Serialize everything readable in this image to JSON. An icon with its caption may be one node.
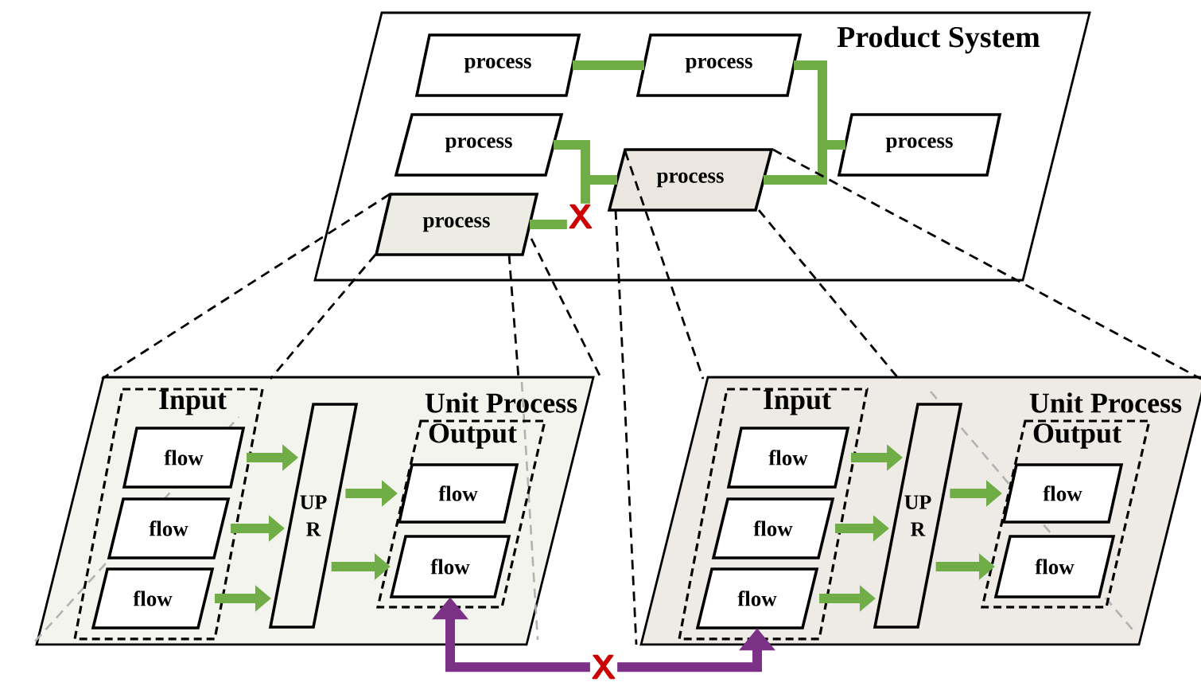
{
  "diagram": {
    "nodes": [
      {
        "text": [
          "Product System"
        ]
      },
      {
        "text": [
          "process"
        ],
        "in": 0
      },
      {
        "text": [
          "process"
        ],
        "in": 0
      },
      {
        "text": [
          "process"
        ],
        "in": 0
      },
      {
        "text": [
          "process"
        ],
        "in": 0
      },
      {
        "text": [
          "process"
        ],
        "in": 0
      },
      {
        "text": [
          "process"
        ],
        "in": 0
      },
      {
        "text": [
          "Unit Process"
        ]
      },
      {
        "text": [
          "Input"
        ],
        "in": 7
      },
      {
        "text": [
          "flow"
        ],
        "in": 8
      },
      {
        "text": [
          "flow"
        ],
        "in": 8
      },
      {
        "text": [
          "flow"
        ],
        "in": 8
      },
      {
        "text": [
          "UP R"
        ],
        "in": 7
      },
      {
        "text": [
          "Output"
        ],
        "in": 7
      },
      {
        "text": [
          "flow"
        ],
        "in": 13
      },
      {
        "text": [
          "flow"
        ],
        "in": 13
      },
      {
        "text": [
          "Unit Process"
        ]
      },
      {
        "text": [
          "Input"
        ],
        "in": 16
      },
      {
        "text": [
          "flow"
        ],
        "in": 17
      },
      {
        "text": [
          "flow"
        ],
        "in": 17
      },
      {
        "text": [
          "flow"
        ],
        "in": 17
      },
      {
        "text": [
          "UP R"
        ],
        "in": 16
      },
      {
        "text": [
          "Output"
        ],
        "in": 16
      },
      {
        "text": [
          "flow"
        ],
        "in": 22
      },
      {
        "text": [
          "flow"
        ],
        "in": 22
      }
    ],
    "edges": [
      {
        "from": 1,
        "to": 2,
        "arrow": "none"
      },
      {
        "from": 2,
        "to": 5,
        "arrow": "none"
      },
      {
        "from": 4,
        "to": 5,
        "arrow": "none"
      },
      {
        "from": 3,
        "to": 4,
        "arrow": "none"
      },
      {
        "from": 6,
        "to": 4,
        "arrow": "none",
        "label": "X"
      },
      {
        "from": 6,
        "to": 7,
        "arrow": "none",
        "style": "dashed",
        "color": "#000000"
      },
      {
        "from": 6,
        "to": 7,
        "arrow": "none",
        "style": "dashed",
        "color": "#000000"
      },
      {
        "from": 6,
        "to": 7,
        "arrow": "none",
        "style": "dashed",
        "color": "#000000"
      },
      {
        "from": 6,
        "to": 7,
        "arrow": "none",
        "style": "dashed",
        "color": "#000000"
      },
      {
        "from": 4,
        "to": 16,
        "arrow": "none",
        "style": "dashed",
        "color": "#000000"
      },
      {
        "from": 4,
        "to": 16,
        "arrow": "none",
        "style": "dashed",
        "color": "#000000"
      },
      {
        "from": 4,
        "to": 16,
        "arrow": "none",
        "style": "dashed",
        "color": "#000000"
      },
      {
        "from": 4,
        "to": 16,
        "arrow": "none",
        "style": "dashed",
        "color": "#000000"
      },
      {
        "from": 9,
        "to": 12,
        "arrow": "to"
      },
      {
        "from": 10,
        "to": 12,
        "arrow": "to"
      },
      {
        "from": 11,
        "to": 12,
        "arrow": "to"
      },
      {
        "from": 12,
        "to": 14,
        "arrow": "to"
      },
      {
        "from": 12,
        "to": 15,
        "arrow": "to"
      },
      {
        "from": 18,
        "to": 21,
        "arrow": "to"
      },
      {
        "from": 19,
        "to": 21,
        "arrow": "to"
      },
      {
        "from": 20,
        "to": 21,
        "arrow": "to"
      },
      {
        "from": 21,
        "to": 23,
        "arrow": "to"
      },
      {
        "from": 21,
        "to": 24,
        "arrow": "to"
      },
      {
        "from": 15,
        "to": 20,
        "arrow": "both",
        "color": "#7b3185",
        "label": "X"
      }
    ]
  }
}
